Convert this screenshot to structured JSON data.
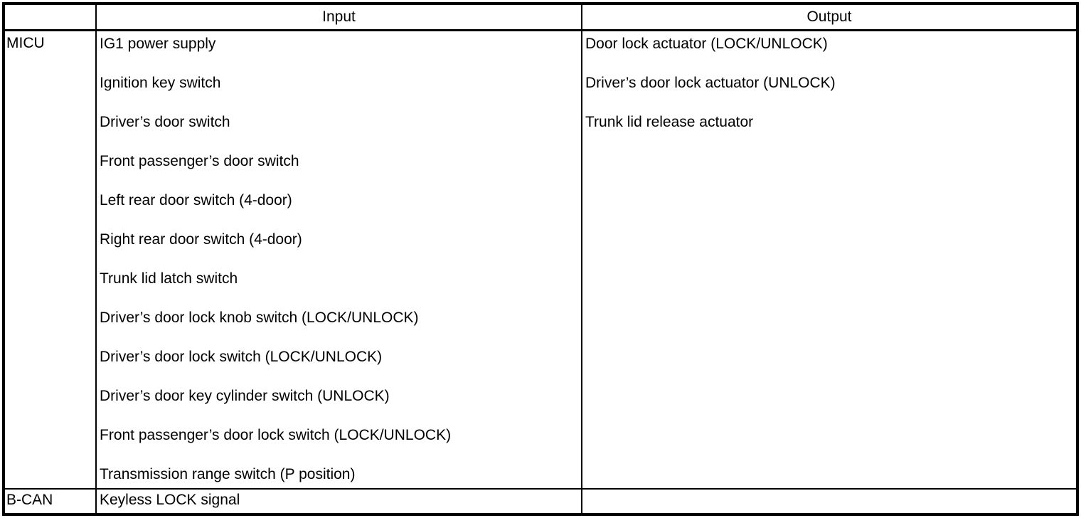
{
  "table": {
    "header": {
      "source_label": "",
      "input_label": "Input",
      "output_label": "Output"
    },
    "rows": [
      {
        "source": "MICU",
        "inputs": [
          "IG1 power supply",
          "Ignition key switch",
          "Driver’s door switch",
          "Front passenger’s door switch",
          "Left rear door switch (4-door)",
          "Right rear door switch (4-door)",
          "Trunk lid latch switch",
          "Driver’s door lock knob switch (LOCK/UNLOCK)",
          "Driver’s door lock switch (LOCK/UNLOCK)",
          "Driver’s door key cylinder switch (UNLOCK)",
          "Front passenger’s door lock switch (LOCK/UNLOCK)",
          "Transmission range switch (P position)"
        ],
        "outputs": [
          "Door lock actuator (LOCK/UNLOCK)",
          "Driver’s door lock actuator (UNLOCK)",
          "Trunk lid release actuator"
        ]
      },
      {
        "source": "B-CAN",
        "inputs": [
          "Keyless LOCK signal"
        ],
        "outputs": []
      }
    ]
  }
}
